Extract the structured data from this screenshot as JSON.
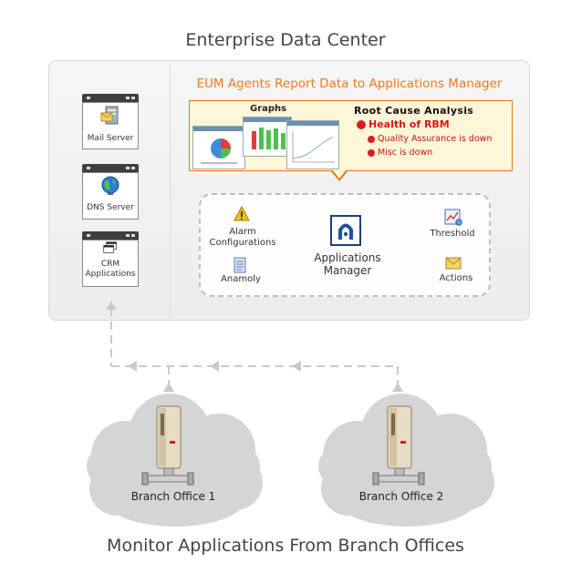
{
  "title": "Enterprise Data Center",
  "footer": "Monitor Applications From Branch Offices",
  "servers": [
    {
      "label": "Mail Server",
      "icon": "mail-server-icon"
    },
    {
      "label": "DNS Server",
      "icon": "globe-icon"
    },
    {
      "label": "CRM Applications",
      "icon": "crm-windows-icon"
    }
  ],
  "eum_heading": "EUM Agents Report Data to Applications Manager",
  "rca_panel": {
    "graphs_label": "Graphs",
    "rca_label": "Root Cause Analysis",
    "health": "Health of RBM",
    "issues": [
      "Quality Assurance is down",
      "Misc is down"
    ]
  },
  "apps_manager": {
    "center_label_1": "Applications",
    "center_label_2": "Manager",
    "alarm_1": "Alarm",
    "alarm_2": "Configurations",
    "threshold": "Threshold",
    "anamoly": "Anamoly",
    "actions": "Actions"
  },
  "branches": [
    {
      "label": "Branch Office 1"
    },
    {
      "label": "Branch Office 2"
    }
  ],
  "colors": {
    "accent": "#f07a1e",
    "alert": "#d21a1a",
    "cloud": "#d5d5d5"
  }
}
